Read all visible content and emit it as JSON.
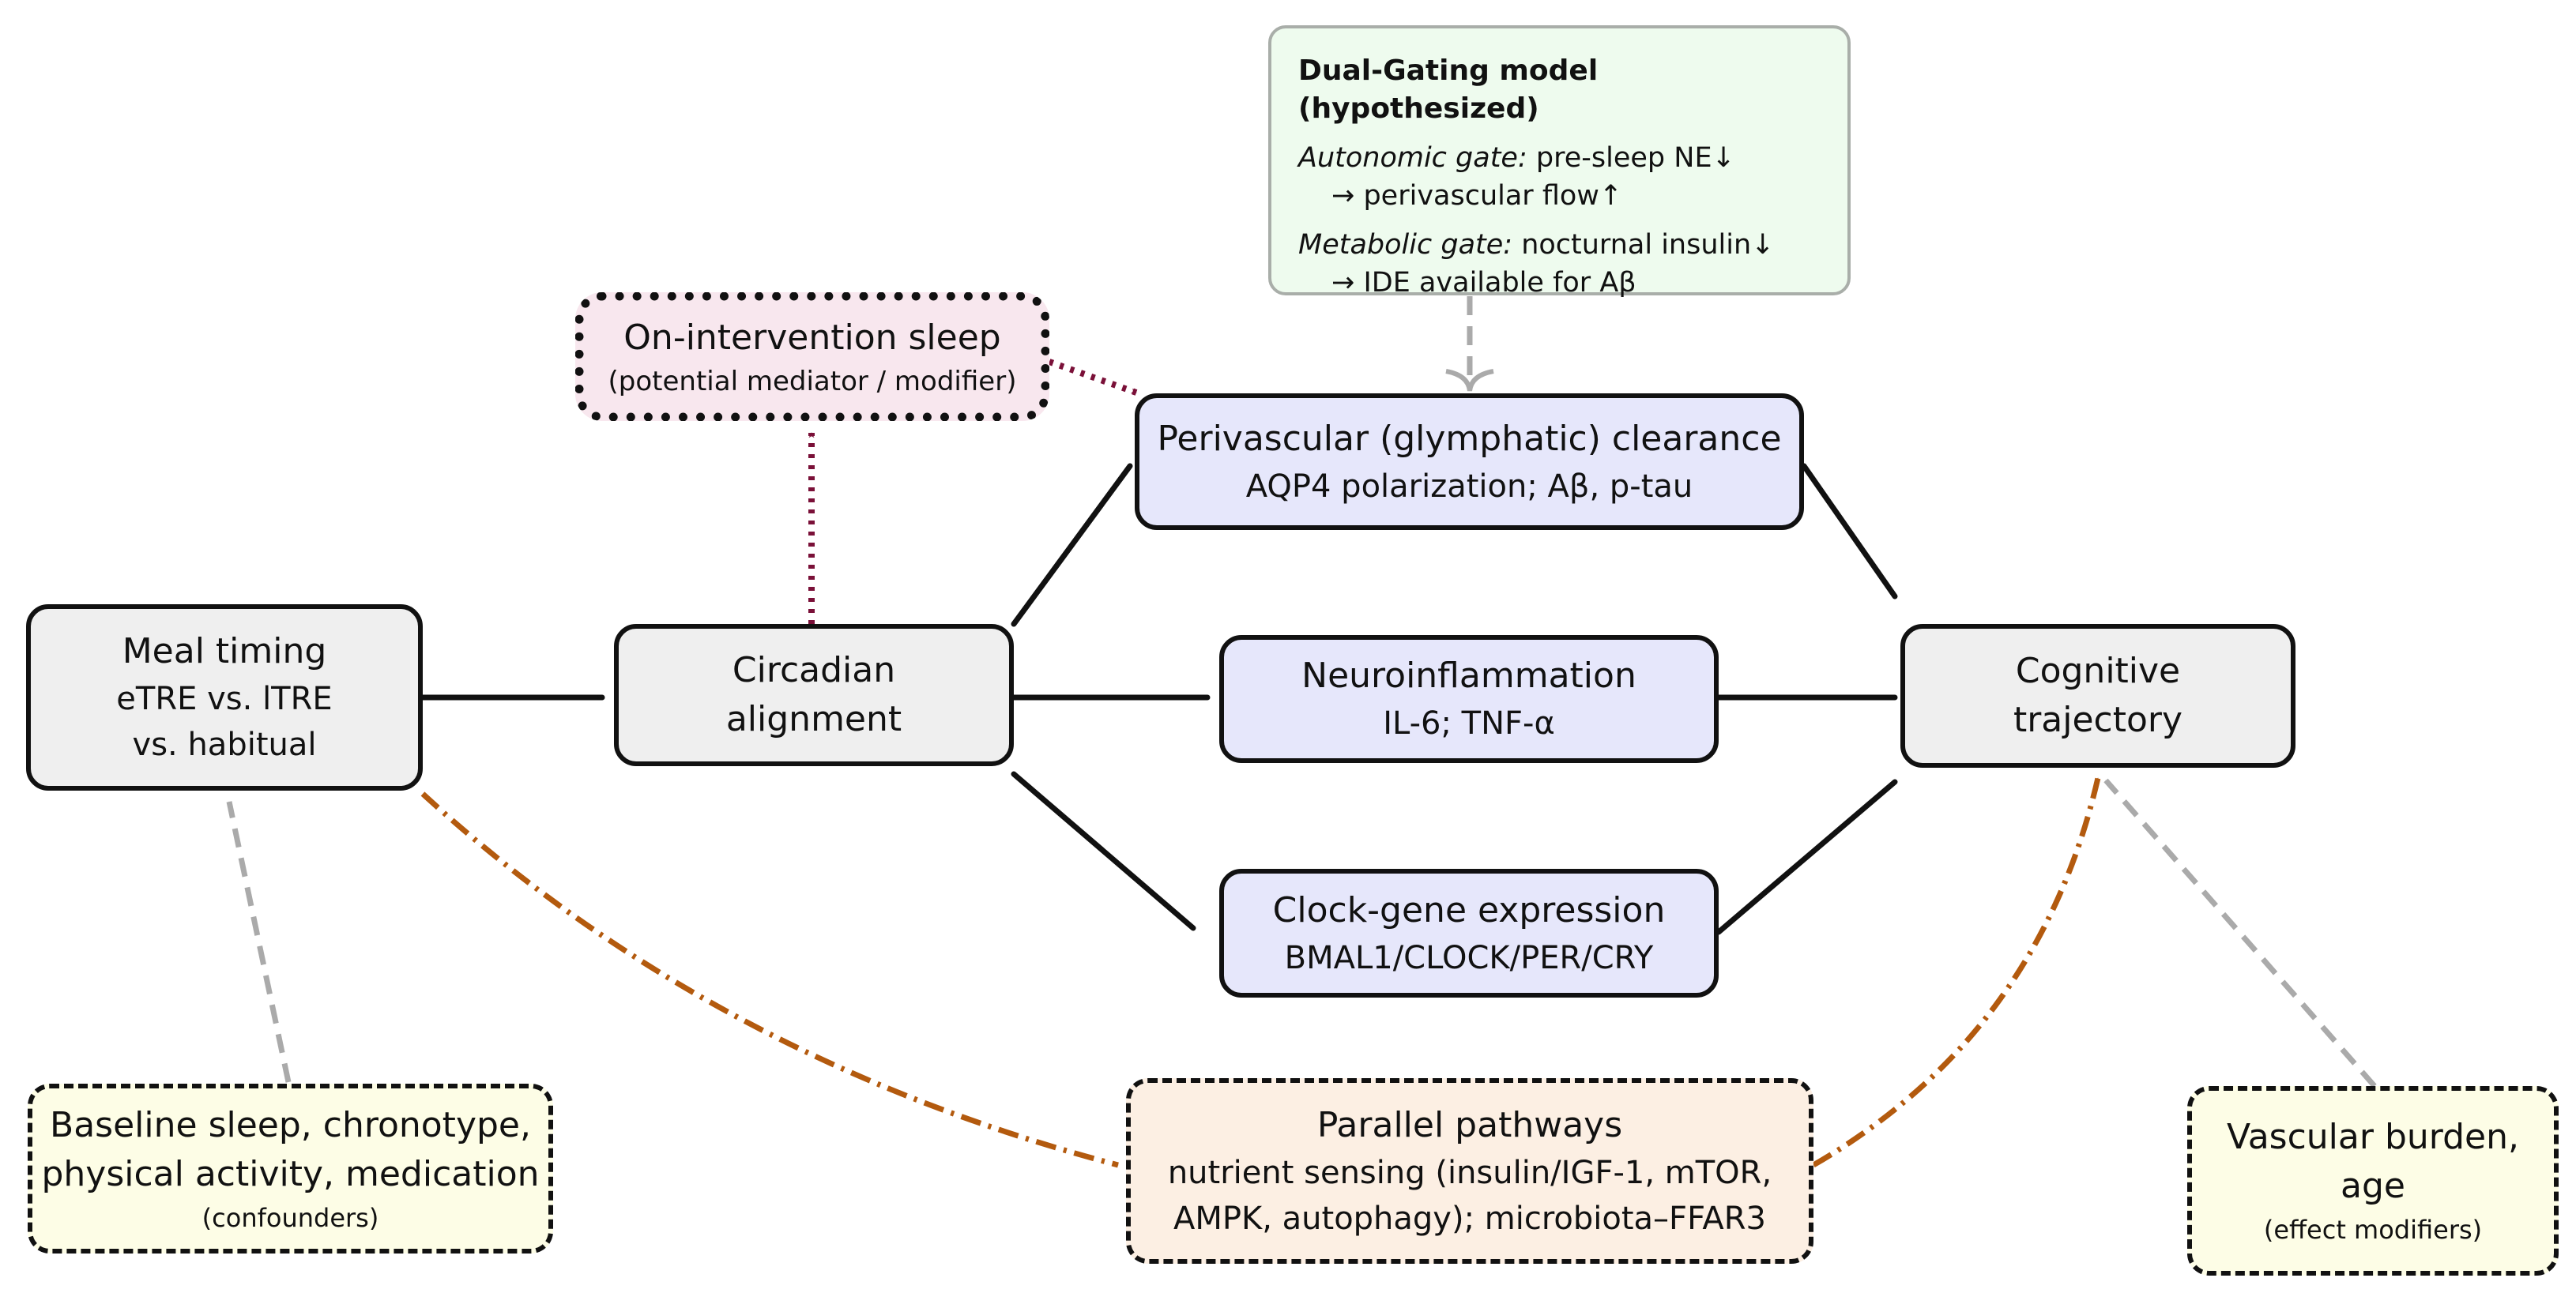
{
  "nodes": {
    "meal_timing": {
      "line1": "Meal timing",
      "line2": "eTRE vs. lTRE",
      "line3": "vs. habitual"
    },
    "circadian": {
      "line1": "Circadian",
      "line2": "alignment"
    },
    "sleep": {
      "title": "On-intervention sleep",
      "subtitle": "(potential mediator / modifier)"
    },
    "perivascular": {
      "title": "Perivascular (glymphatic) clearance",
      "subtitle": "AQP4 polarization; Aβ, p-tau"
    },
    "neuroinflammation": {
      "title": "Neuroinflammation",
      "subtitle": "IL-6; TNF-α"
    },
    "clock_gene": {
      "title": "Clock-gene expression",
      "subtitle": "BMAL1/CLOCK/PER/CRY"
    },
    "cognitive": {
      "line1": "Cognitive",
      "line2": "trajectory"
    },
    "confounders": {
      "line1": "Baseline sleep, chronotype,",
      "line2": "physical activity, medication",
      "line3": "(confounders)"
    },
    "parallel": {
      "title": "Parallel pathways",
      "line1": "nutrient sensing (insulin/IGF-1, mTOR,",
      "line2": "AMPK, autophagy); microbiota–FFAR3"
    },
    "modifiers": {
      "line1": "Vascular burden,",
      "line2": "age",
      "line3": "(effect modifiers)"
    },
    "dual_gating": {
      "title": "Dual-Gating model (hypothesized)",
      "autonomic_label": "Autonomic gate:",
      "autonomic_text": " pre-sleep NE↓",
      "autonomic_result": "→ perivascular flow↑",
      "metabolic_label": "Metabolic gate:",
      "metabolic_text": " nocturnal insulin↓",
      "metabolic_result": "→ IDE available for Aβ"
    }
  },
  "colors": {
    "arrow_main": "#111111",
    "arrow_sleep": "#7a1038",
    "arrow_parallel": "#b35a0e",
    "arrow_confounder": "#aaaaaa",
    "fill_gray": "#efefef",
    "fill_blue": "#e6e7fb",
    "fill_pink": "#f8e7ee",
    "fill_green": "#eefbee",
    "fill_yellow": "#fdfde6",
    "fill_orange": "#fcefe3"
  }
}
